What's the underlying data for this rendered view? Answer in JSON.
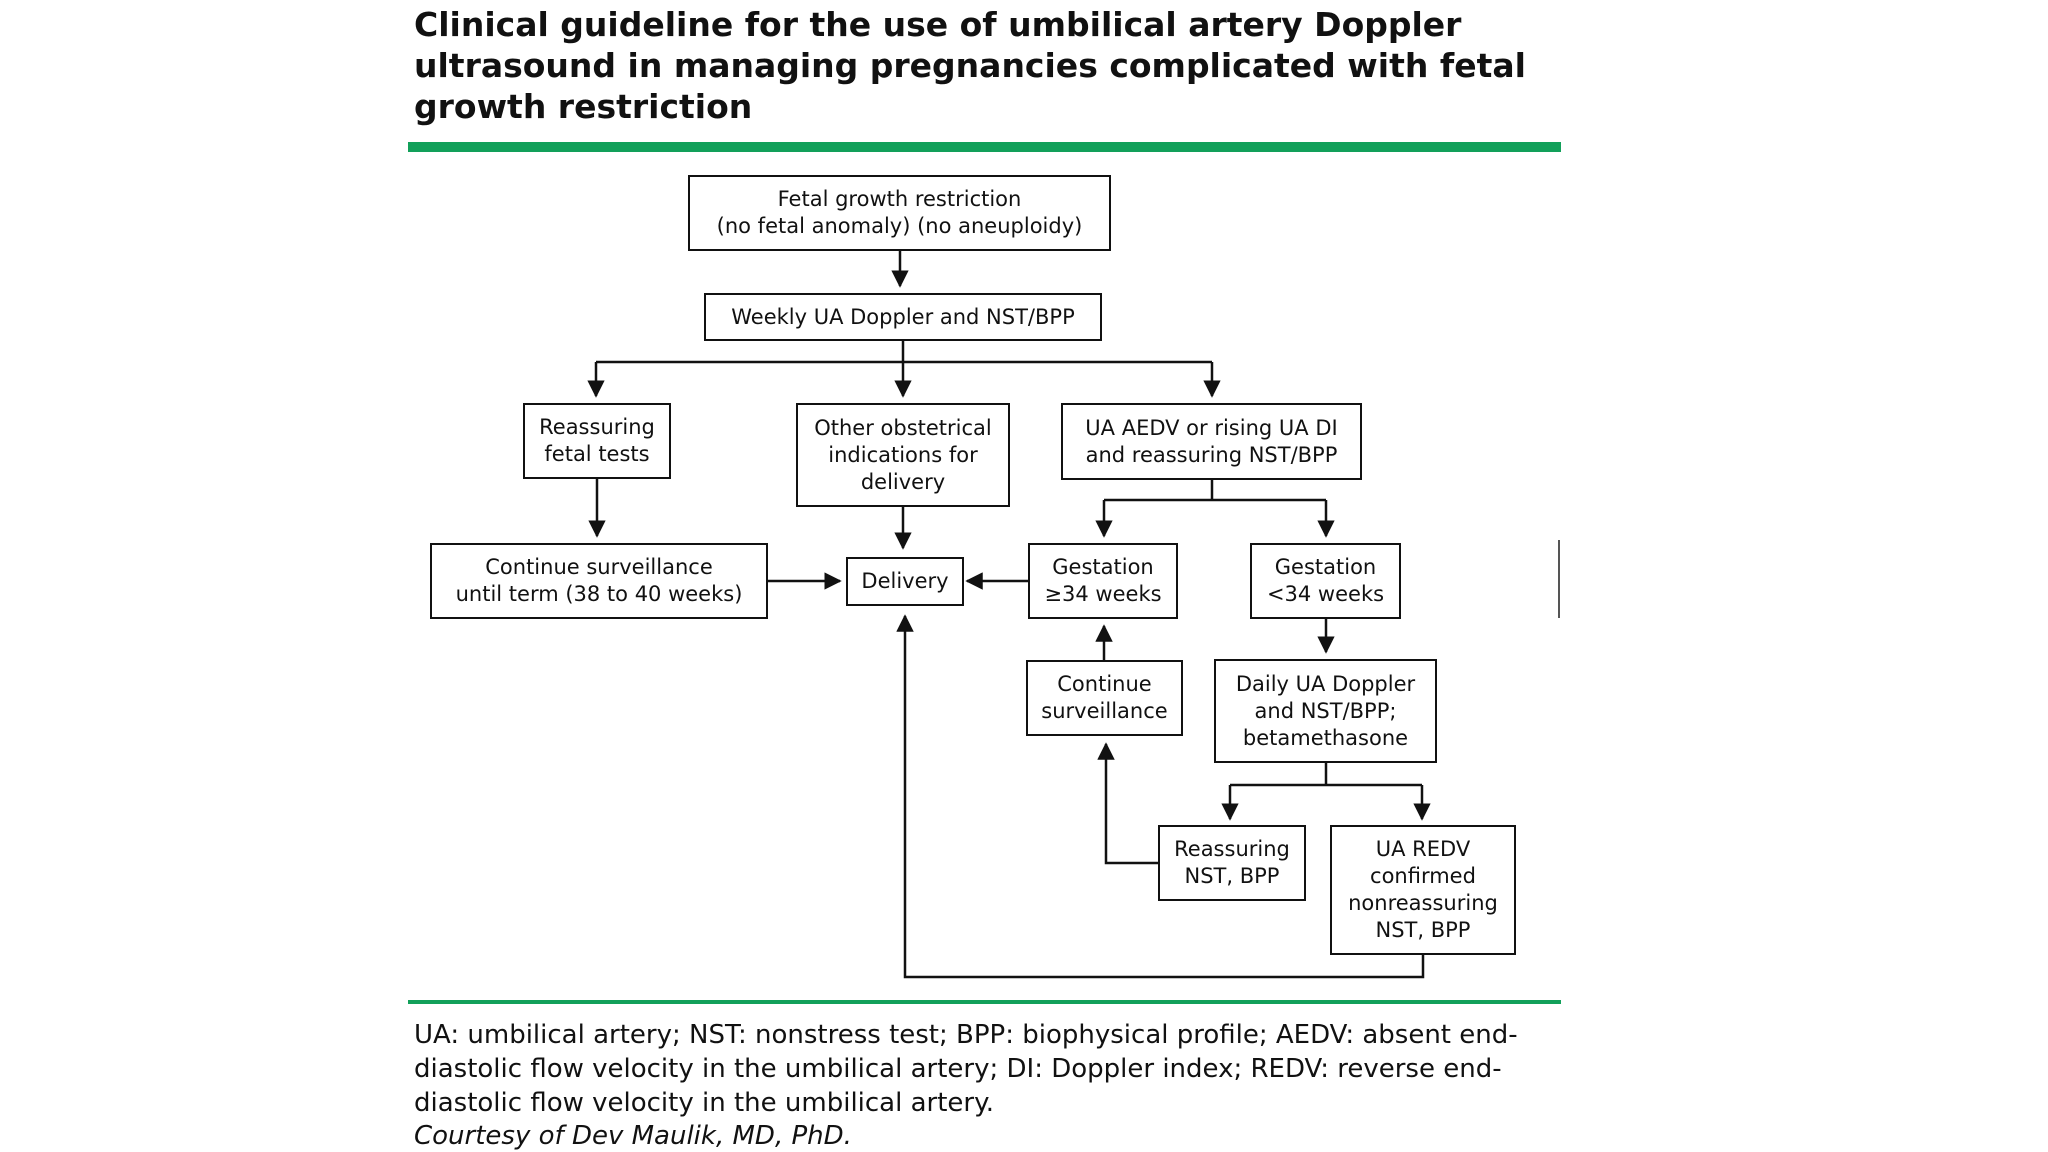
{
  "title": "Clinical guideline for the use of umbilical artery Doppler ultrasound in managing pregnancies complicated with fetal growth restriction",
  "accent_color": "#12a05a",
  "flowchart": {
    "nodes": {
      "fgr": "Fetal growth restriction\n(no fetal anomaly) (no aneuploidy)",
      "weekly": "Weekly UA Doppler and NST/BPP",
      "reassuring_tests": "Reassuring\nfetal tests",
      "other_indications": "Other obstetrical\nindications for\ndelivery",
      "aedv": "UA AEDV or rising UA DI\nand reassuring NST/BPP",
      "continue_term": "Continue surveillance\nuntil term (38 to 40 weeks)",
      "delivery": "Delivery",
      "ge34": "Gestation\n≥34 weeks",
      "lt34": "Gestation\n<34 weeks",
      "continue_surv": "Continue\nsurveillance",
      "daily": "Daily UA Doppler\nand NST/BPP;\nbetamethasone",
      "reassuring_nst": "Reassuring\nNST, BPP",
      "redv": "UA REDV\nconfirmed\nnonreassuring\nNST, BPP"
    }
  },
  "footnote": "UA: umbilical artery; NST: nonstress test; BPP: biophysical profile; AEDV: absent end-diastolic flow velocity in the umbilical artery; DI: Doppler index; REDV: reverse end-diastolic flow velocity in the umbilical artery.",
  "courtesy": "Courtesy of Dev Maulik, MD, PhD."
}
